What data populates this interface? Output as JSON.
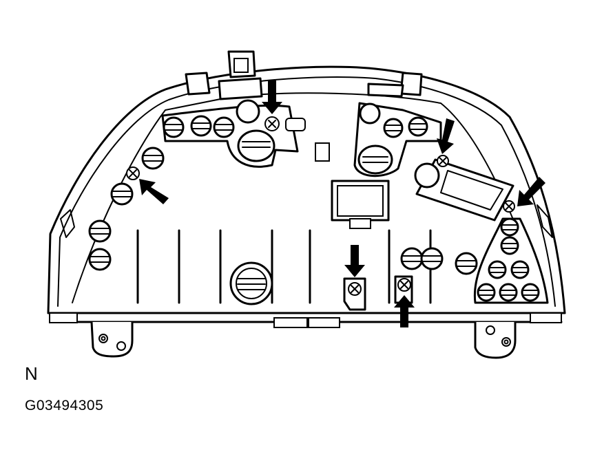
{
  "figure": {
    "view_letter": "N",
    "figure_code": "G03494305"
  },
  "callouts": {
    "screw_count": 6,
    "arrow_color": "#000000"
  },
  "colors": {
    "line": "#000000",
    "background": "#ffffff"
  }
}
